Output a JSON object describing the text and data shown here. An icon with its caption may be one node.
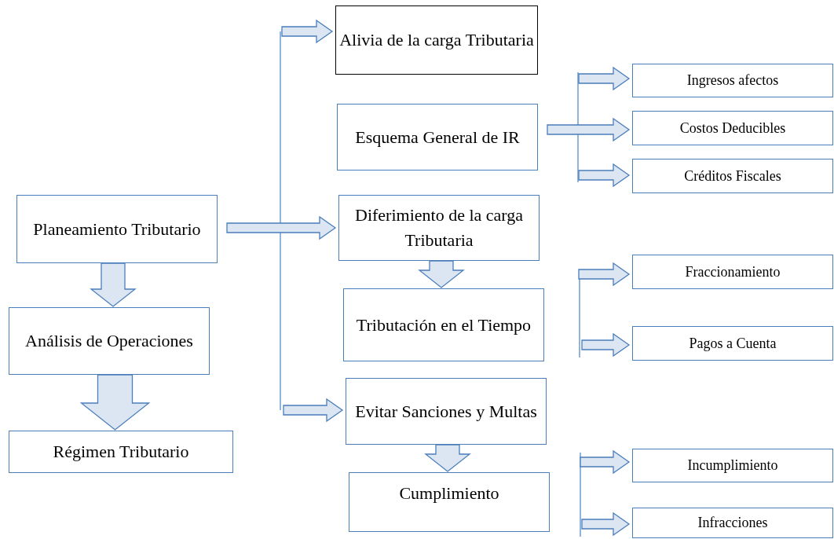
{
  "diagram": {
    "nodes": [
      {
        "text": [
          "Planeamiento Tributario"
        ]
      },
      {
        "text": [
          "Análisis de Operaciones"
        ]
      },
      {
        "text": [
          "Régimen Tributario"
        ]
      },
      {
        "text": [
          "Alivia de la carga Tributaria"
        ]
      },
      {
        "text": [
          "Esquema General de IR"
        ]
      },
      {
        "text": [
          "Diferimiento de la carga Tributaria"
        ]
      },
      {
        "text": [
          "Tributación en el Tiempo"
        ]
      },
      {
        "text": [
          "Evitar Sanciones y Multas"
        ]
      },
      {
        "text": [
          "Cumplimiento"
        ]
      },
      {
        "text": [
          "Ingresos afectos"
        ]
      },
      {
        "text": [
          "Costos Deducibles"
        ]
      },
      {
        "text": [
          "Créditos Fiscales"
        ]
      },
      {
        "text": [
          "Fraccionamiento"
        ]
      },
      {
        "text": [
          "Pagos a Cuenta"
        ]
      },
      {
        "text": [
          "Incumplimiento"
        ]
      },
      {
        "text": [
          "Infracciones"
        ]
      }
    ],
    "edges": [
      {
        "from": 0,
        "to": 1,
        "arrow": "to"
      },
      {
        "from": 1,
        "to": 2,
        "arrow": "to"
      },
      {
        "from": 0,
        "to": 5,
        "arrow": "to"
      },
      {
        "from": null,
        "to": 3,
        "arrow": "to"
      },
      {
        "from": null,
        "to": 7,
        "arrow": "to"
      },
      {
        "from": 5,
        "to": 6,
        "arrow": "to"
      },
      {
        "from": 7,
        "to": 8,
        "arrow": "to"
      },
      {
        "from": 4,
        "to": 10,
        "arrow": "to"
      },
      {
        "from": null,
        "to": 9,
        "arrow": "to"
      },
      {
        "from": null,
        "to": 11,
        "arrow": "to"
      },
      {
        "from": null,
        "to": 12,
        "arrow": "to"
      },
      {
        "from": null,
        "to": 13,
        "arrow": "to"
      },
      {
        "from": null,
        "to": 14,
        "arrow": "to"
      },
      {
        "from": null,
        "to": 15,
        "arrow": "to"
      }
    ]
  }
}
